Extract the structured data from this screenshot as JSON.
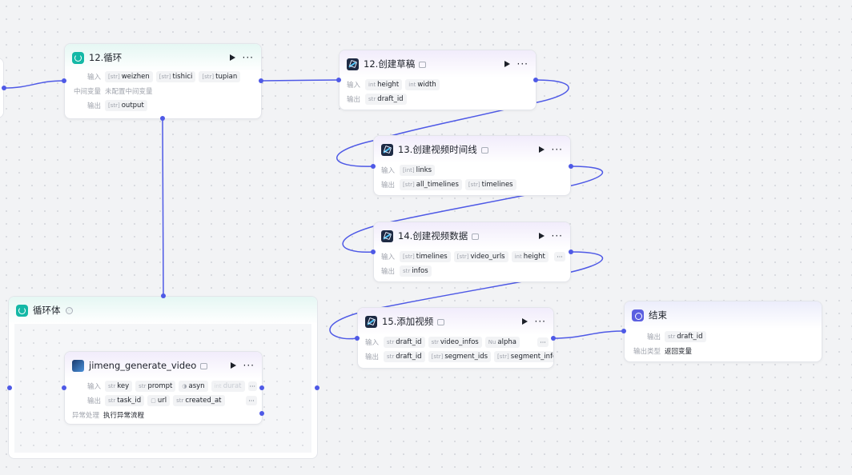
{
  "nodes": {
    "loop12": {
      "title": "12.循环",
      "input_label": "输入",
      "inputs": [
        {
          "type": "[str]",
          "name": "weizhen"
        },
        {
          "type": "[str]",
          "name": "tishici"
        },
        {
          "type": "[str]",
          "name": "tupian"
        }
      ],
      "mid_label": "中间变量",
      "mid_value": "未配置中间变量",
      "output_label": "输出",
      "outputs": [
        {
          "type": "[str]",
          "name": "output"
        }
      ]
    },
    "draft12": {
      "title": "12.创建草稿",
      "input_label": "输入",
      "inputs": [
        {
          "type": "int",
          "name": "height"
        },
        {
          "type": "int",
          "name": "width"
        }
      ],
      "output_label": "输出",
      "outputs": [
        {
          "type": "str",
          "name": "draft_id"
        }
      ]
    },
    "timeline13": {
      "title": "13.创建视频时间线",
      "input_label": "输入",
      "inputs": [
        {
          "type": "[int]",
          "name": "links"
        }
      ],
      "output_label": "输出",
      "outputs": [
        {
          "type": "[str]",
          "name": "all_timelines"
        },
        {
          "type": "[str]",
          "name": "timelines"
        }
      ]
    },
    "videodata14": {
      "title": "14.创建视频数据",
      "input_label": "输入",
      "inputs": [
        {
          "type": "[str]",
          "name": "timelines"
        },
        {
          "type": "[str]",
          "name": "video_urls"
        },
        {
          "type": "int",
          "name": "height"
        }
      ],
      "output_label": "输出",
      "outputs": [
        {
          "type": "str",
          "name": "infos"
        }
      ]
    },
    "addvideo15": {
      "title": "15.添加视频",
      "input_label": "输入",
      "inputs": [
        {
          "type": "str",
          "name": "draft_id"
        },
        {
          "type": "str",
          "name": "video_infos"
        },
        {
          "type": "Nu",
          "name": "alpha"
        }
      ],
      "output_label": "输出",
      "outputs": [
        {
          "type": "str",
          "name": "draft_id"
        },
        {
          "type": "[str]",
          "name": "segment_ids"
        },
        {
          "type": "[str]",
          "name": "segment_infos"
        }
      ]
    },
    "end": {
      "title": "结束",
      "output_label": "输出",
      "outputs": [
        {
          "type": "str",
          "name": "draft_id"
        }
      ],
      "output_type_label": "输出类型",
      "output_type_value": "返回变量"
    },
    "loopbody": {
      "title": "循环体",
      "info_icon": "ⓘ"
    },
    "jimeng": {
      "title": "jimeng_generate_video",
      "input_label": "输入",
      "inputs": [
        {
          "type": "str",
          "name": "key"
        },
        {
          "type": "str",
          "name": "prompt"
        },
        {
          "type": "◑",
          "name": "asyn"
        },
        {
          "type": "int",
          "name": "durat"
        }
      ],
      "output_label": "输出",
      "outputs": [
        {
          "type": "str",
          "name": "task_id"
        },
        {
          "type": "▢",
          "name": "url"
        },
        {
          "type": "str",
          "name": "created_at"
        }
      ],
      "error_label": "异常处理",
      "error_value": "执行异常流程"
    }
  },
  "common": {
    "run_icon": "play-icon",
    "more_label": "···",
    "accent_color": "#4e59e6"
  }
}
